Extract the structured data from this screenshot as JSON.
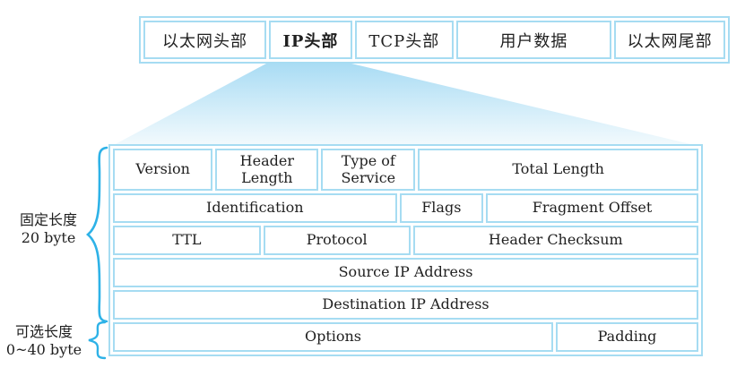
{
  "frame_bar": {
    "cells": [
      {
        "label": "以太网头部"
      },
      {
        "label": "IP头部"
      },
      {
        "label": "TCP头部"
      },
      {
        "label": "用户数据"
      },
      {
        "label": "以太网尾部"
      }
    ]
  },
  "ip_header_table": {
    "rows": [
      {
        "cells": [
          {
            "label": "Version"
          },
          {
            "label": "Header Length"
          },
          {
            "label": "Type of Service"
          },
          {
            "label": "Total Length"
          }
        ]
      },
      {
        "cells": [
          {
            "label": "Identification"
          },
          {
            "label": "Flags"
          },
          {
            "label": "Fragment Offset"
          }
        ]
      },
      {
        "cells": [
          {
            "label": "TTL"
          },
          {
            "label": "Protocol"
          },
          {
            "label": "Header Checksum"
          }
        ]
      },
      {
        "cells": [
          {
            "label": "Source IP Address"
          }
        ]
      },
      {
        "cells": [
          {
            "label": "Destination IP Address"
          }
        ]
      },
      {
        "cells": [
          {
            "label": "Options"
          },
          {
            "label": "Padding"
          }
        ]
      }
    ]
  },
  "annotations": {
    "fixed_length": {
      "line1": "固定长度",
      "line2": "20 byte"
    },
    "optional_length": {
      "line1": "可选长度",
      "line2": "0~40 byte"
    }
  },
  "colors": {
    "border": "#a6dcf2",
    "brace": "#2eb2e7",
    "text": "#1f1f1f",
    "funnel_top": "#a9dcf4",
    "funnel_bottom": "#f3fafd"
  }
}
